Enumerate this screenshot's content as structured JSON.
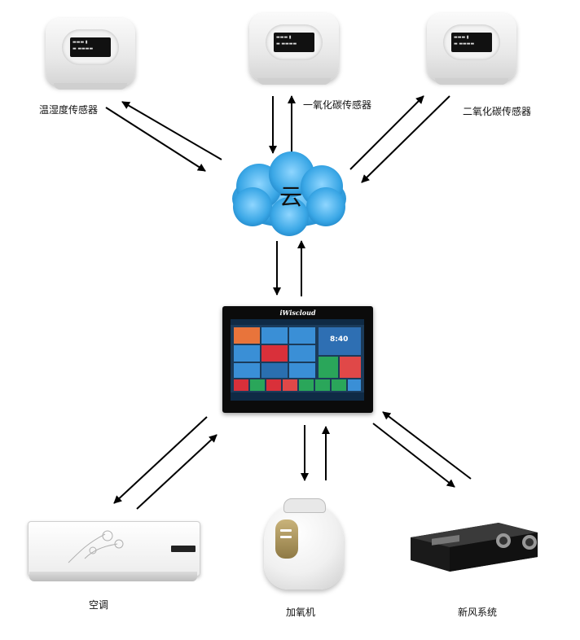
{
  "sensors": [
    {
      "label": "温湿度传感器"
    },
    {
      "label": "一氧化碳传感器"
    },
    {
      "label": "二氧化碳传感器"
    }
  ],
  "cloud": {
    "label": "云"
  },
  "controller": {
    "brand": "iWiscloud",
    "clock": "8:40"
  },
  "devices": [
    {
      "label": "空调"
    },
    {
      "label": "加氧机"
    },
    {
      "label": "新风系统"
    }
  ],
  "colors": {
    "cloud": "#3aa7e6",
    "arrow": "#000000",
    "tablet_bezel": "#0b0b0b"
  }
}
